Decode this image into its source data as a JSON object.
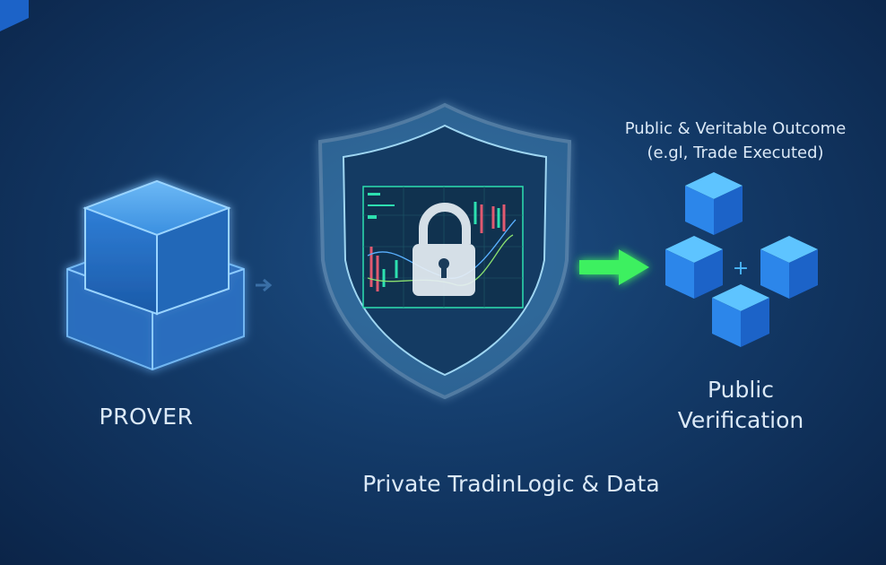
{
  "labels": {
    "prover": "PROVER",
    "private": "Private TradinLogic & Data",
    "outcome_line1": "Public & Veritable Outcome",
    "outcome_line2": "(e.gl, Trade Executed)",
    "verification_line1": "Public",
    "verification_line2": "Verification"
  },
  "colors": {
    "background": "#133a68",
    "shield_glow": "#a9dcf5",
    "screen_accent": "#2de0b0",
    "arrow": "#3df060",
    "cube_blue": "#2f8cf0"
  }
}
